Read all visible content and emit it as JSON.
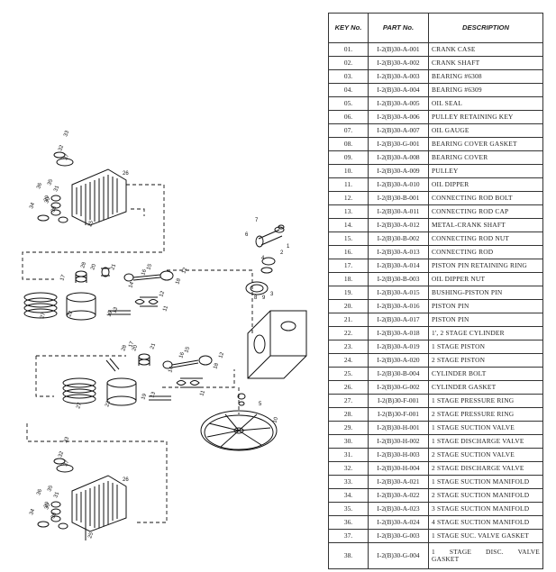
{
  "table": {
    "headers": [
      "KEY No.",
      "PART No.",
      "DESCRIPTION"
    ],
    "rows": [
      [
        "01.",
        "I-2(B)30-A-001",
        "CRANK CASE"
      ],
      [
        "02.",
        "I-2(B)30-A-002",
        "CRANK SHAFT"
      ],
      [
        "03.",
        "I-2(B)30-A-003",
        "BEARING #6308"
      ],
      [
        "04.",
        "I-2(B)30-A-004",
        "BEARING #6309"
      ],
      [
        "05.",
        "I-2(B)30-A-005",
        "OIL SEAL"
      ],
      [
        "06.",
        "I-2(B)30-A-006",
        "PULLEY RETAINING KEY"
      ],
      [
        "07.",
        "I-2(B)30-A-007",
        "OIL GAUGE"
      ],
      [
        "08.",
        "I-2(B)30-G-001",
        "BEARING COVER GASKET"
      ],
      [
        "09.",
        "I-2(B)30-A-008",
        "BEARING COVER"
      ],
      [
        "10.",
        "I-2(B)30-A-009",
        "PULLEY"
      ],
      [
        "11.",
        "I-2(B)30-A-010",
        "OIL DIPPER"
      ],
      [
        "12.",
        "I-2(B)30-B-001",
        "CONNECTING ROD BOLT"
      ],
      [
        "13.",
        "I-2(B)30-A-011",
        "CONNECTING ROD CAP"
      ],
      [
        "14.",
        "I-2(B)30-A-012",
        "METAL-CRANK SHAFT"
      ],
      [
        "15.",
        "I-2(B)30-B-002",
        "CONNECTING ROD NUT"
      ],
      [
        "16.",
        "I-2(B)30-A-013",
        "CONNECTING ROD"
      ],
      [
        "17.",
        "I-2(B)30-A-014",
        "PISTON PIN RETAINING RING"
      ],
      [
        "18.",
        "I-2(B)30-B-003",
        "OIL DIPPER NUT"
      ],
      [
        "19.",
        "I-2(B)30-A-015",
        "BUSHING-PISTON PIN"
      ],
      [
        "20.",
        "I-2(B)30-A-016",
        "PISTON PIN"
      ],
      [
        "21.",
        "I-2(B)30-A-017",
        "PISTON PIN"
      ],
      [
        "22.",
        "I-2(B)30-A-018",
        "1', 2 STAGE CYLINDER"
      ],
      [
        "23.",
        "I-2(B)30-A-019",
        "1 STAGE PISTON"
      ],
      [
        "24.",
        "I-2(B)30-A-020",
        "2 STAGE PISTON"
      ],
      [
        "25.",
        "I-2(B)30-B-004",
        "CYLINDER BOLT"
      ],
      [
        "26.",
        "I-2(B)30-G-002",
        "CYLINDER GASKET"
      ],
      [
        "27.",
        "I-2(B)30-F-001",
        "1 STAGE PRESSURE RING"
      ],
      [
        "28.",
        "I-2(B)30-F-001",
        "2 STAGE PRESSURE RING"
      ],
      [
        "29.",
        "I-2(B)30-H-001",
        "1 STAGE SUCTION VALVE"
      ],
      [
        "30.",
        "I-2(B)30-H-002",
        "1 STAGE DISCHARGE VALVE"
      ],
      [
        "31.",
        "I-2(B)30-H-003",
        "2 STAGE SUCTION VALVE"
      ],
      [
        "32.",
        "I-2(B)30-H-004",
        "2 STAGE DISCHARGE VALVE"
      ],
      [
        "33.",
        "I-2(B)30-A-021",
        "1 STAGE SUCTION MANIFOLD"
      ],
      [
        "34.",
        "I-2(B)30-A-022",
        "2 STAGE SUCTION MANIFOLD"
      ],
      [
        "35.",
        "I-2(B)30-A-023",
        "3 STAGE SUCTION MANIFOLD"
      ],
      [
        "36.",
        "I-2(B)30-A-024",
        "4 STAGE SUCTION MANIFOLD"
      ],
      [
        "37.",
        "I-2(B)30-G-003",
        "1 STAGE SUC. VALVE GASKET"
      ],
      [
        "38.",
        "I-2(B)30-G-004",
        "1 STAGE DISC. VALVE GASKET"
      ]
    ]
  },
  "diagram": {
    "labels": {
      "top_head": [
        "33",
        "32",
        "31",
        "37",
        "35",
        "36",
        "34",
        "30",
        "29",
        "38",
        "26",
        "25"
      ],
      "top_piston": [
        "28",
        "20",
        "21",
        "17",
        "27",
        "22",
        "19",
        "13"
      ],
      "top_rod": [
        "16",
        "15",
        "14",
        "12",
        "18",
        "11",
        "12"
      ],
      "crank": [
        "6",
        "7",
        "4",
        "2",
        "1",
        "3",
        "9",
        "8",
        "5",
        "10"
      ],
      "bottom_piston": [
        "28",
        "20",
        "21",
        "17",
        "27",
        "23",
        "19",
        "13"
      ],
      "bottom_rod": [
        "16",
        "15",
        "14",
        "12",
        "18",
        "11"
      ],
      "bottom_head": [
        "33",
        "32",
        "31",
        "37",
        "35",
        "36",
        "34",
        "30",
        "29",
        "38",
        "26",
        "25"
      ]
    }
  }
}
